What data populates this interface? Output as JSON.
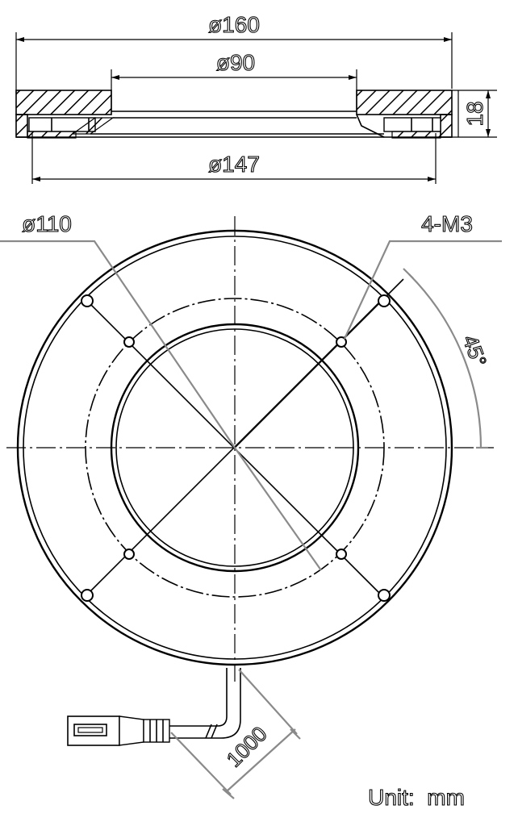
{
  "drawing": {
    "type": "ring light technical drawing",
    "unit_label": "Unit:  mm",
    "colors": {
      "line": "#000000",
      "leader": "#8a8a8a",
      "background": "#ffffff"
    }
  },
  "section_view": {
    "dims": {
      "outer_diameter": "ø160",
      "inner_diameter": "ø90",
      "bottom_diameter": "ø147",
      "height": "18"
    }
  },
  "top_view": {
    "callouts": {
      "hole_circle": "ø110",
      "thread": "4-M3",
      "angle": "45°"
    },
    "cable": {
      "length": "1000"
    }
  }
}
